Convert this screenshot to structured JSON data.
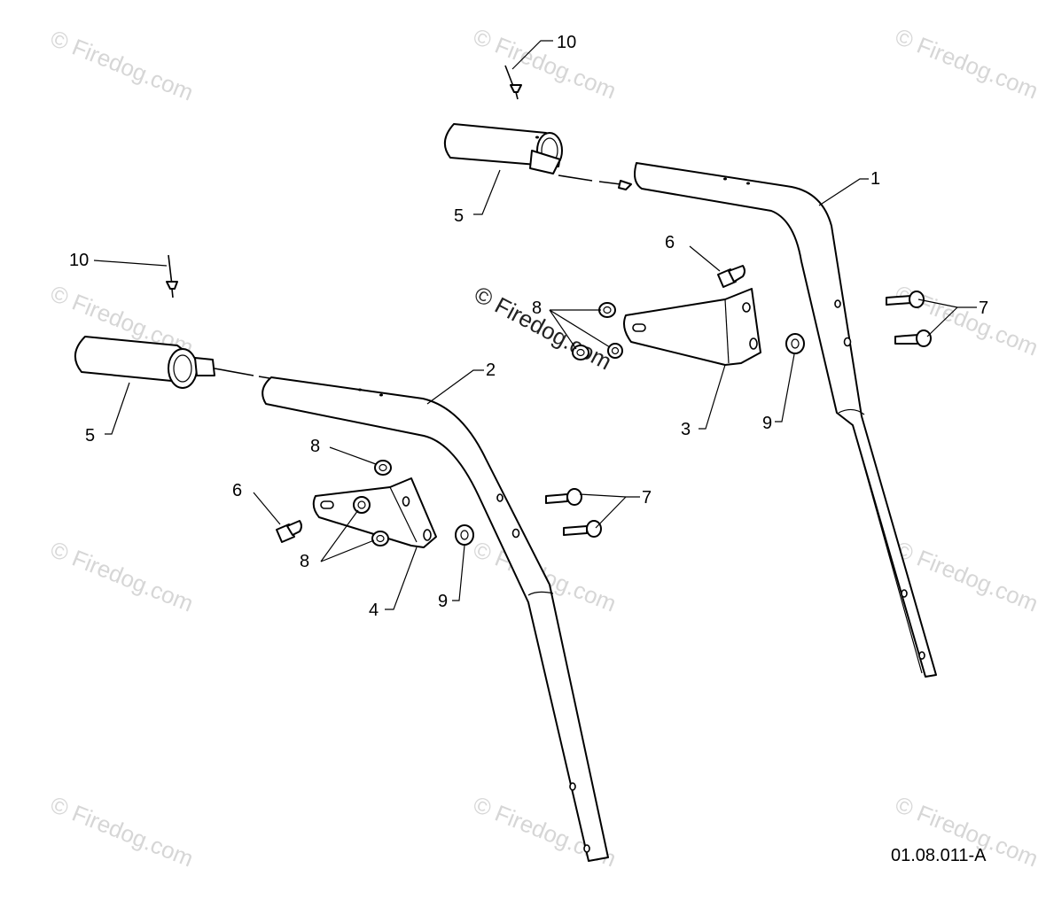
{
  "labels": {
    "l1": "1",
    "l2": "2",
    "l3": "3",
    "l4": "4",
    "l5": "5",
    "l6": "6",
    "l7": "7",
    "l8": "8",
    "l9": "9",
    "l10": "10"
  },
  "watermark": "© Firedog.com",
  "figure_code": "01.08.011-A",
  "colors": {
    "line": "#000000",
    "watermark": "#d6d6d6"
  }
}
